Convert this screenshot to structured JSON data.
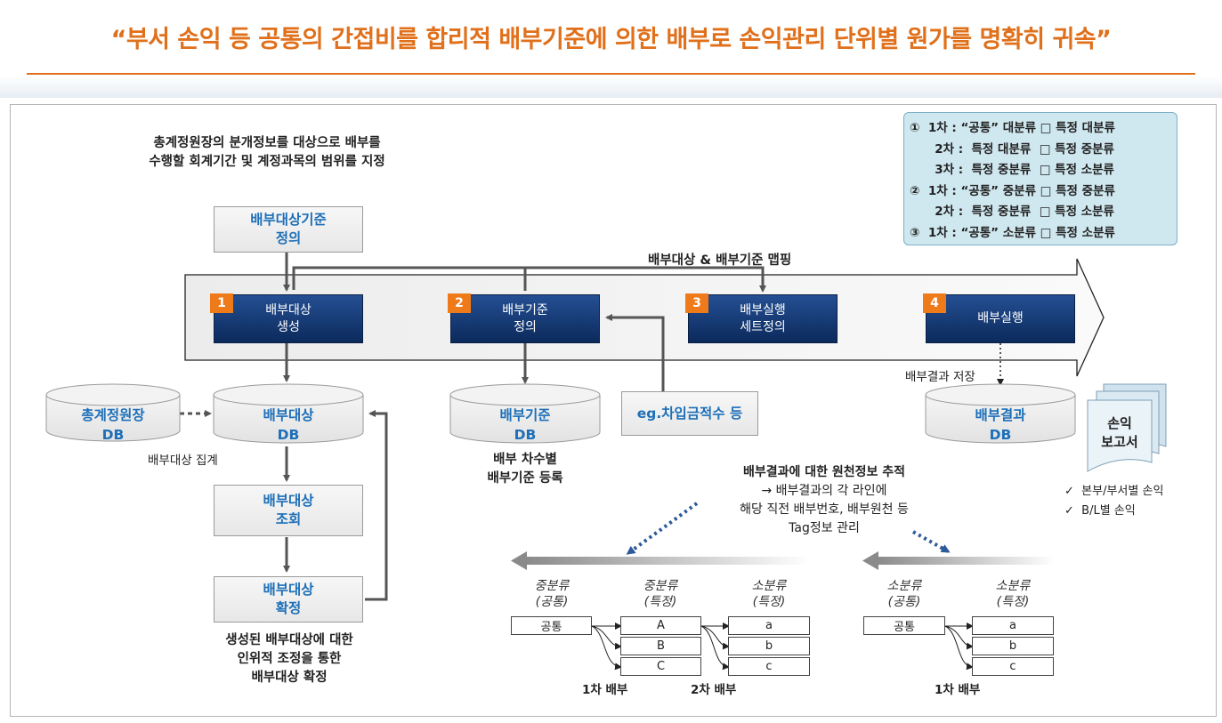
{
  "title": "“부서 손익 등 공통의 간접비를 합리적 배부기준에 의한 배부로 손익관리 단위별 원가를 명확히 귀속”",
  "top_note": [
    "총계정원장의 분개정보를 대상으로 배부를",
    "수행할 회계기간 및 계정과목의 범위를 지정"
  ],
  "legend": [
    "①  1차 : “공통” 대분류 □ 특정 대분류",
    "      2차 :  특정 대분류  □ 특정 중분류",
    "      3차 :  특정 중분류  □ 특정 소분류",
    "②  1차 : “공통” 중분류 □ 특정 중분류",
    "      2차 :  특정 중분류  □ 특정 소분류",
    "③  1차 : “공통” 소분류 □ 특정 소분류"
  ],
  "criteria_box": {
    "line1": "배부대상기준",
    "line2": "정의"
  },
  "mapping_label": "배부대상 & 배부기준 맵핑",
  "steps": [
    {
      "num": "1",
      "line1": "배부대상",
      "line2": "생성"
    },
    {
      "num": "2",
      "line1": "배부기준",
      "line2": "정의"
    },
    {
      "num": "3",
      "line1": "배부실행",
      "line2": "세트정의"
    },
    {
      "num": "4",
      "line1": "배부실행",
      "line2": ""
    }
  ],
  "dbs": {
    "ledger": {
      "line1": "총계정원장",
      "line2": "DB"
    },
    "target": {
      "line1": "배부대상",
      "line2": "DB"
    },
    "criteria": {
      "line1": "배부기준",
      "line2": "DB"
    },
    "result": {
      "line1": "배부결과",
      "line2": "DB"
    }
  },
  "eg_box": "eg.차입금적수 등",
  "aggregate_label": "배부대상 집계",
  "query_box": {
    "line1": "배부대상",
    "line2": "조회"
  },
  "confirm_box": {
    "line1": "배부대상",
    "line2": "확정"
  },
  "confirm_note": [
    "생성된 배부대상에 대한",
    "인위적 조정을 통한",
    "배부대상 확정"
  ],
  "criteria_note": [
    "배부 차수별",
    "배부기준 등록"
  ],
  "save_label": "배부결과 저장",
  "report": {
    "line1": "손익",
    "line2": "보고서",
    "items": [
      "본부/부서별 손익",
      "B/L별 손익"
    ]
  },
  "trace": {
    "title": "배부결과에 대한 원천정보 추적",
    "lines": [
      "→ 배부결과의 각 라인에",
      "해당 직전 배부번호, 배부원천 등",
      "Tag정보 관리"
    ]
  },
  "tree1": {
    "headers": [
      [
        "중분류",
        "(공통)"
      ],
      [
        "중분류",
        "(특정)"
      ],
      [
        "소분류",
        "(특정)"
      ]
    ],
    "root": "공통",
    "mid": [
      "A",
      "B",
      "C"
    ],
    "leaf": [
      "a",
      "b",
      "c"
    ],
    "caption1": "1차 배부",
    "caption2": "2차 배부"
  },
  "tree2": {
    "headers": [
      [
        "소분류",
        "(공통)"
      ],
      [
        "소분류",
        "(특정)"
      ]
    ],
    "root": "공통",
    "leaf": [
      "a",
      "b",
      "c"
    ],
    "caption1": "1차 배부"
  }
}
